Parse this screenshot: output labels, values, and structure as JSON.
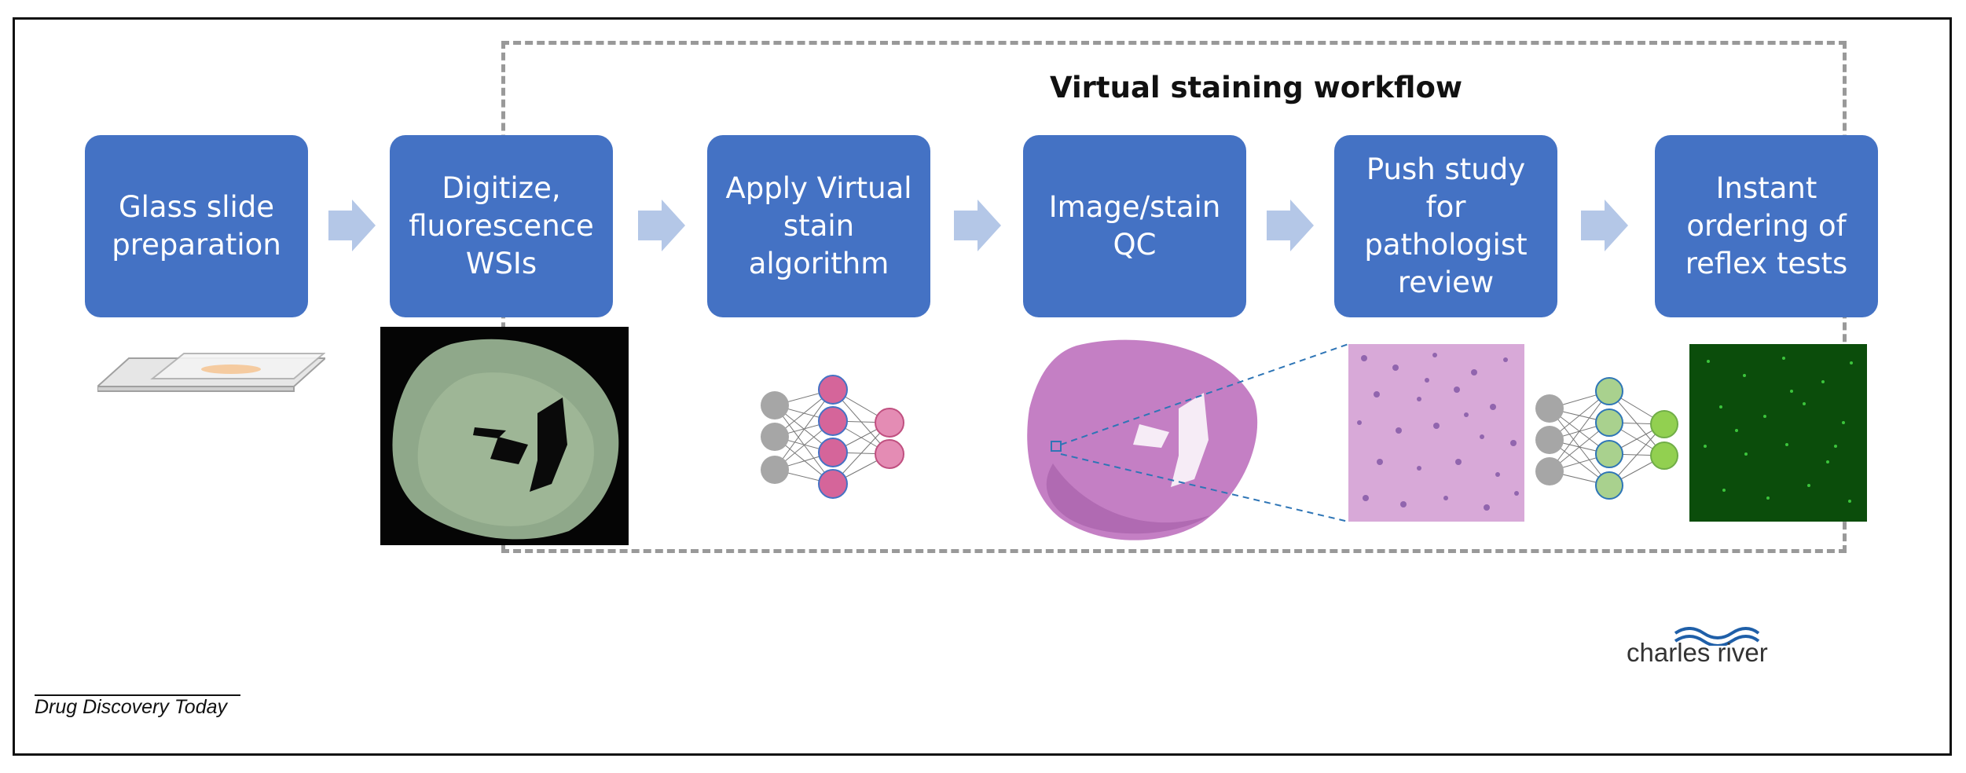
{
  "workflow_title": "Virtual staining workflow",
  "steps": [
    {
      "label": "Glass slide preparation"
    },
    {
      "label": "Digitize, fluorescence WSIs"
    },
    {
      "label": "Apply Virtual stain algorithm"
    },
    {
      "label": "Image/stain QC"
    },
    {
      "label": "Push study for pathologist review"
    },
    {
      "label": "Instant ordering of reflex tests"
    }
  ],
  "caption": "Drug Discovery Today",
  "logo_text": "charles river",
  "colors": {
    "step_fill": "#4472c4",
    "arrow": "#b4c7e7",
    "dashed_border": "#999999",
    "nn_gray": "#a6a6a6",
    "nn_pink": "#d5659a",
    "nn_light_pink": "#e48cb4",
    "nn_green": "#a9d18e",
    "nn_light_green": "#92d050",
    "he_pink": "#c896c8",
    "fluor_green": "#0a5a0a",
    "logo_blue": "#1f5fa8"
  }
}
